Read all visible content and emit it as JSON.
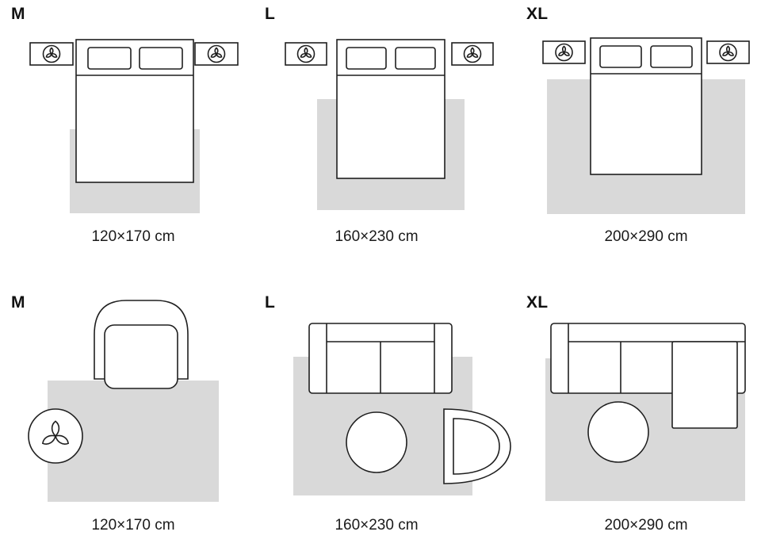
{
  "rows": [
    {
      "scene": "bedroom",
      "panels": [
        {
          "size": "M",
          "dimensions": "120×170 cm"
        },
        {
          "size": "L",
          "dimensions": "160×230 cm"
        },
        {
          "size": "XL",
          "dimensions": "200×290 cm"
        }
      ]
    },
    {
      "scene": "living-room",
      "panels": [
        {
          "size": "M",
          "dimensions": "120×170 cm"
        },
        {
          "size": "L",
          "dimensions": "160×230 cm"
        },
        {
          "size": "XL",
          "dimensions": "200×290 cm"
        }
      ]
    }
  ],
  "icons": {
    "plant_icon": "three-petal plant viewed from top inside a circle"
  },
  "colors": {
    "rug": "#d9d9d9",
    "outline": "#1f1f1f",
    "background": "#ffffff"
  }
}
